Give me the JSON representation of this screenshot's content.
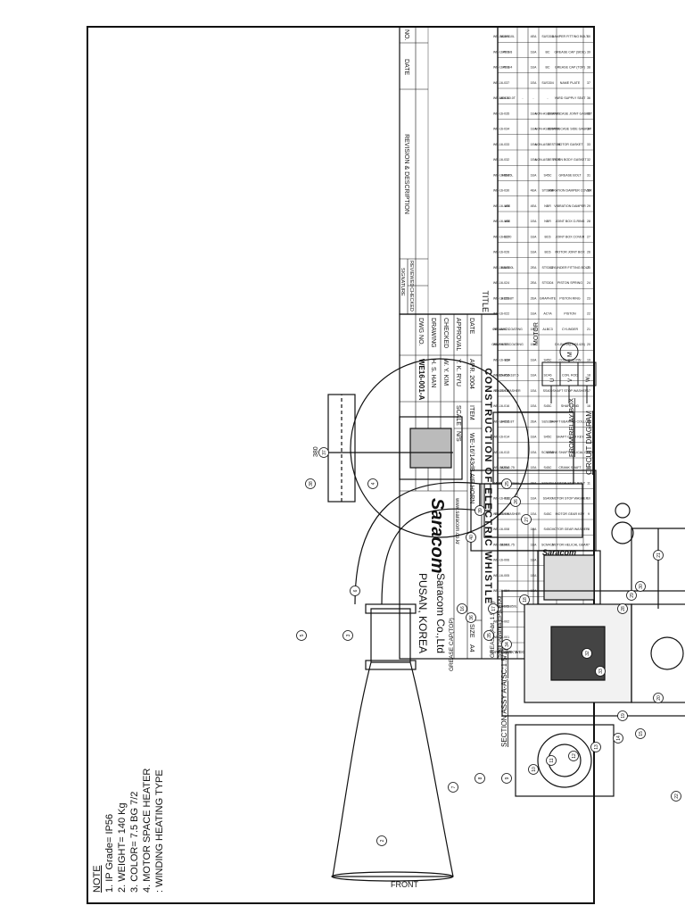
{
  "drawing": {
    "title": "CONSTRUCTION OF ELECTRIC WHISTLE",
    "item_label": "ITEM",
    "item_value": "WE-16/143dB AIR HORN",
    "size_label": "SIZE",
    "size_value": "A4",
    "scale_label": "SCALE",
    "scale_value": "N/S",
    "date_label": "DATE",
    "date_value": "APR. 2004",
    "approval_label": "APPROVAL",
    "approval_value": "Y. K. RYU",
    "checked_label": "CHECKED",
    "checked_value": "W. Y. KIM",
    "drawing_label": "DRAWING",
    "drawing_value": "H. S. HAN",
    "dwg_label": "DWG NO.",
    "dwg_value": "WE16-001-A",
    "title_label": "TITLE",
    "company": "Saracom Co.,Ltd",
    "city": "PUSAN, KOREA",
    "logo": "Saracom",
    "website": "www.saracom.co.kr"
  },
  "revision": {
    "no_label": "NO.",
    "date_label": "DATE",
    "desc_label": "REVISION & DESCRIPTION",
    "reviewed_label": "REVIEWED",
    "checked_label": "CHECKED",
    "signature_label": "SIGNATURE"
  },
  "bom": {
    "headers": [
      "NO.",
      "DESCRIPTION",
      "MATERIAL",
      "QUANTITY",
      "WEIGHT",
      "REMARK'S",
      "PART CODE"
    ],
    "rows": [
      [
        "40",
        "DAMPER FITTING BOLT",
        "SUS304",
        "4EA",
        "",
        "M10*110L",
        "WE-16-040"
      ],
      [
        "39",
        "GREASE CAP (SIDE)",
        "BC",
        "1EA",
        "",
        "PF 3/8",
        "WE-16-039"
      ],
      [
        "38",
        "GREASE CAP (TOP)",
        "BC",
        "1EA",
        "",
        "PF 3/4",
        "WE-16-038"
      ],
      [
        "37",
        "NAME PLATE",
        "SUS304",
        "1EA",
        "",
        "",
        "WE-16-037"
      ],
      [
        "36",
        "YARD SUPPLY SEAT",
        "-",
        "-",
        "-",
        "MIN. 10.0T",
        "WE-16-036"
      ],
      [
        "35",
        "CRANK CASE JOINT GASKET",
        "NON-ASBESTOS",
        "1EA",
        "",
        "",
        "WE-16-035"
      ],
      [
        "34",
        "CRANK CASE SIDE GASKET",
        "NON-ASBESTOS",
        "1EA",
        "",
        "",
        "WE-16-034"
      ],
      [
        "33",
        "MOTOR GASKET",
        "NON-ASBESTOS",
        "1EA",
        "",
        "",
        "WE-16-033"
      ],
      [
        "32",
        "HORN BODY GASKET",
        "NON-ASBESTOS",
        "1EA",
        "",
        "",
        "WE-16-032"
      ],
      [
        "31",
        "GREASE BOLT",
        "S45C",
        "1EA",
        "",
        "M8x45L",
        "WE-16-031"
      ],
      [
        "30",
        "VIBRATION DAMPER COVER",
        "STS304",
        "4EA",
        "",
        "",
        "WE-16-030"
      ],
      [
        "29",
        "VIBRATION DAMPER",
        "NBR",
        "4EA",
        "",
        "ø50",
        "WE-16-029"
      ],
      [
        "28",
        "JOINT BOX O-RING",
        "NBR",
        "1EA",
        "",
        "ø50",
        "WE-16-028"
      ],
      [
        "27",
        "JOINT BOX COVER",
        "BC6",
        "1EA",
        "",
        "G120",
        "WE-16-027"
      ],
      [
        "26",
        "MOTOR JOINT BOX",
        "BC6",
        "1EA",
        "",
        "",
        "WE-16-026"
      ],
      [
        "25",
        "CYLINDER FITTING BOLT",
        "STS304",
        "2EA",
        "",
        "M8x150L",
        "WE-16-025"
      ],
      [
        "24",
        "PISTON SPRING",
        "STS304",
        "2EA",
        "",
        "",
        "WE-16-024"
      ],
      [
        "23",
        "PISTON RING",
        "GRAPHITE",
        "2EA",
        "",
        "ø120x8T",
        "WE-16-023"
      ],
      [
        "22",
        "PISTON",
        "AC7A",
        "1EA",
        "",
        "",
        "WE-16-022"
      ],
      [
        "21",
        "CYLINDER",
        "ALBC3",
        "1EA",
        "",
        "CERAMIC COATING",
        "WE-16-021"
      ],
      [
        "20",
        "DX-BUSH(DXB1420)",
        "",
        "1EA",
        "",
        "GRAPHITE COATING",
        "WE-16-020"
      ],
      [
        "19",
        "CON. ROD PIN",
        "S45C",
        "1EA",
        "",
        "ø14",
        "WE-16-019"
      ],
      [
        "18",
        "CON. ROD",
        "SC46",
        "1EA",
        "",
        "ø32xø52x187.5",
        "WE-16-018"
      ],
      [
        "17",
        "SHAFT STOP WASHER",
        "SS400",
        "1EA",
        "",
        "TOOTH WASHER",
        "WE-16-017"
      ],
      [
        "16",
        "SHAFT END",
        "S45C",
        "1EA",
        "",
        "",
        "WE-16-016"
      ],
      [
        "15",
        "SHAFT BEARING COLLOR",
        "SUS304",
        "2EA",
        "",
        "ø42x3.8T",
        "WE-16-015"
      ],
      [
        "14",
        "SHAFT GEAR KEY",
        "S45C",
        "1EA",
        "",
        "",
        "WE-16-014"
      ],
      [
        "13",
        "CRANK SHAFT HELICAL GEAR",
        "SCM415",
        "1EA",
        "",
        "",
        "WE-16-013"
      ],
      [
        "12",
        "CRANK SHAFT",
        "S45C",
        "1EA",
        "",
        "M20x1.75",
        "WE-16-012"
      ],
      [
        "11",
        "MOTOR STUD BOLT",
        "SUS304",
        "4EA",
        "",
        "CENTER 12mm",
        "WE-16-011"
      ],
      [
        "10",
        "MOTOR STOP WASHER",
        "SS400",
        "1EA",
        "",
        "M12",
        "WE-16-010"
      ],
      [
        "9",
        "MOTOR GEAR KEY",
        "S45C",
        "1EA",
        "",
        "TOOTH WASHER",
        "WE-16-009"
      ],
      [
        "8",
        "MOTOR GEAR WASHER",
        "S45C",
        "1EA",
        "",
        "",
        "WE-16-008"
      ],
      [
        "7",
        "MOTOR HELICAL GEAR",
        "SCM415",
        "1EA",
        "",
        "M24x1.75",
        "WE-16-007"
      ],
      [
        "6",
        "MOTOR SHAFT",
        "S45C",
        "1EA",
        "",
        "",
        "WE-16-006"
      ],
      [
        "5",
        "CRANK CASE COVER",
        "SC46",
        "1EA",
        "",
        "",
        "WE-16-005"
      ],
      [
        "4",
        "CRANK CASE",
        "SC46",
        "1EA",
        "",
        "",
        "WE-16-004"
      ],
      [
        "3",
        "HORN PIPE",
        "FRP",
        "1EA",
        "",
        "ø650x5x850L",
        "WE-16-003"
      ],
      [
        "2",
        "HORN BODY",
        "SC46",
        "1EA",
        "",
        "",
        "WE-16-002"
      ],
      [
        "1",
        "",
        "",
        "",
        "",
        "",
        "WE-16-001"
      ]
    ]
  },
  "notes": {
    "heading": "NOTE",
    "lines": [
      "1. IP Grade= IP56",
      "2. WEIGHT= 140 Kg",
      "3. COLOR= 7.5 BG 7/2",
      "4. MOTOR SPACE HEATER",
      "   : WINDING HEATING TYPE"
    ]
  },
  "labels": {
    "front": "FRONT",
    "section": "SECTION ASSY A-A(SC:1.5/1)",
    "grease_cap_top": "GREASE CAP(TOP)",
    "grease_note": "GREASE(Abt. 1.5KG)",
    "grease_note2": "Shell: Alvania EP(LF)00",
    "circuit": "CIRCUIT DIAGRAM",
    "relay": "FROM RELAY BOX",
    "motor": "MOTOR",
    "motor_m": "M",
    "terminals": [
      "U",
      "V",
      "W"
    ],
    "dim_380": "380"
  },
  "balloons": [
    "2",
    "3",
    "4",
    "5",
    "6",
    "7",
    "8",
    "9",
    "10",
    "11",
    "12",
    "13",
    "14",
    "15",
    "16",
    "17",
    "18",
    "19",
    "20",
    "21",
    "22",
    "23",
    "24",
    "25",
    "26",
    "27",
    "28",
    "29",
    "30",
    "32",
    "33",
    "34",
    "35",
    "36",
    "37",
    "38",
    "39",
    "40"
  ]
}
